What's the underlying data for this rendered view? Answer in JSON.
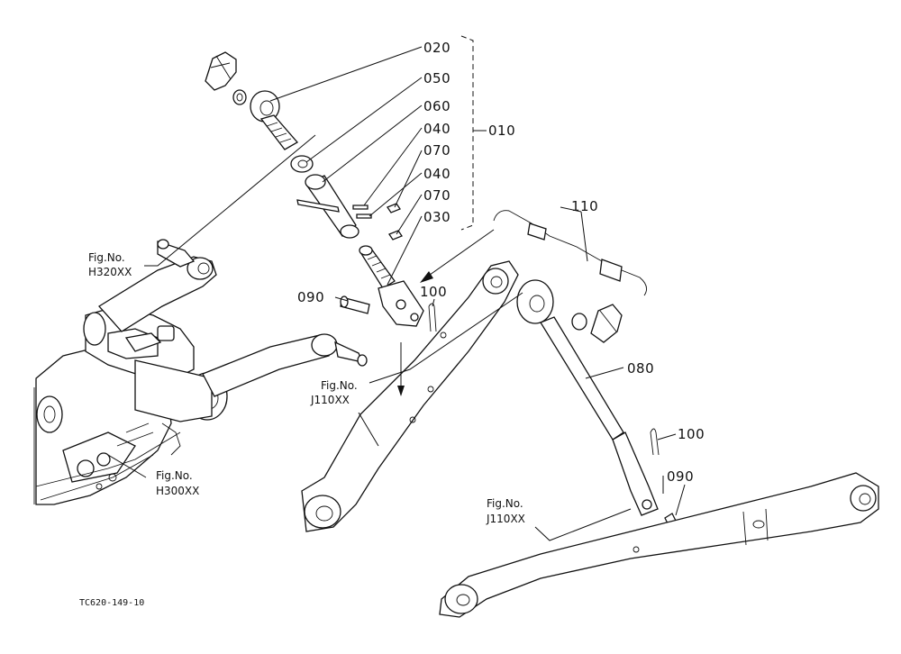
{
  "parts": {
    "p020": "020",
    "p050": "050",
    "p060": "060",
    "p040a": "040",
    "p070a": "070",
    "p040b": "040",
    "p070b": "070",
    "p030": "030",
    "p010": "010",
    "p110": "110",
    "p090a": "090",
    "p100a": "100",
    "p080": "080",
    "p100b": "100",
    "p090b": "090"
  },
  "refs": {
    "h320": {
      "line1": "Fig.No.",
      "line2": "H320XX"
    },
    "j110a": {
      "line1": "Fig.No.",
      "line2": "J110XX"
    },
    "h300": {
      "line1": "Fig.No.",
      "line2": "H300XX"
    },
    "j110b": {
      "line1": "Fig.No.",
      "line2": "J110XX"
    }
  },
  "drawing_code": "TC620-149-10"
}
